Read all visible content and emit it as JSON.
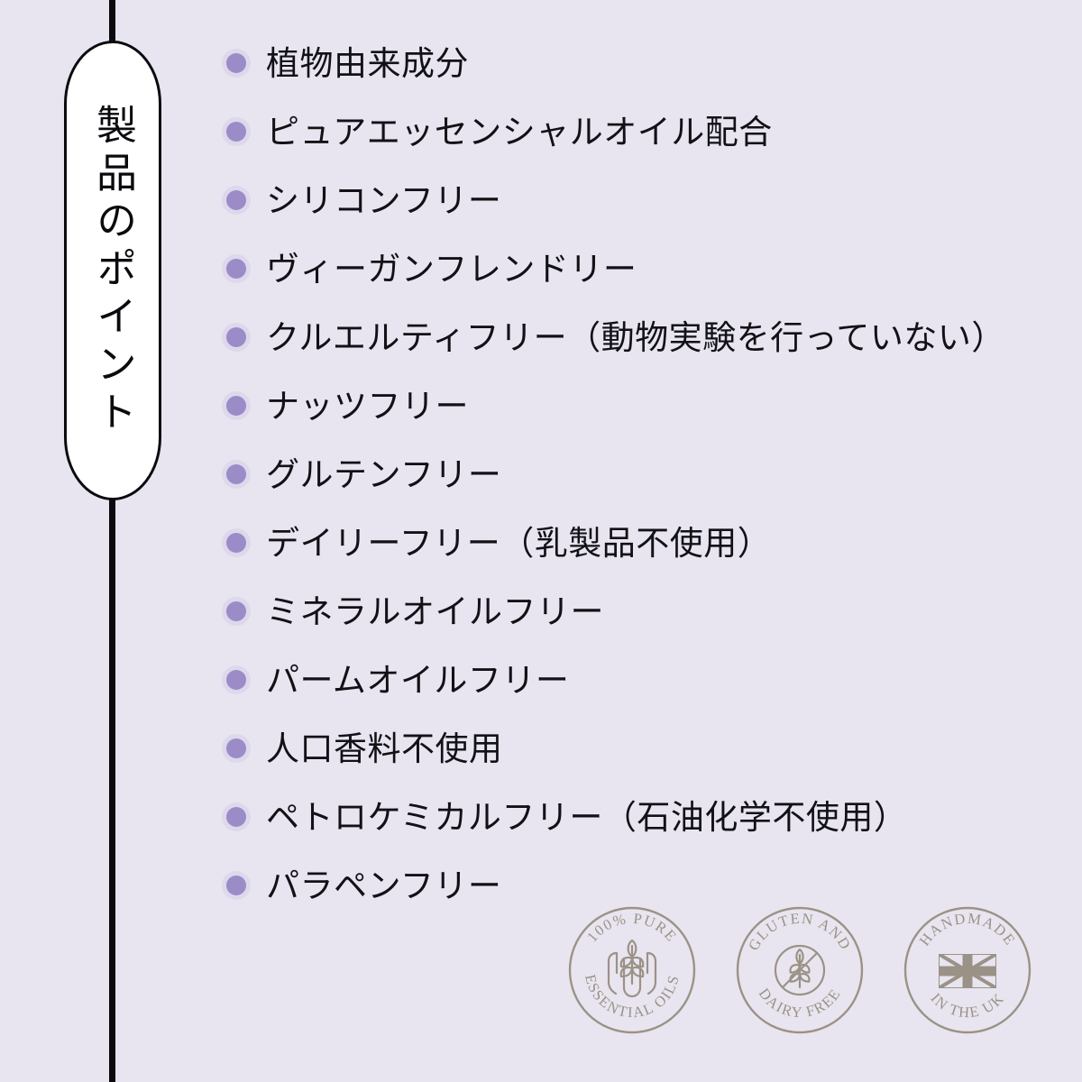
{
  "page": {
    "background_color": "#e8e5f0",
    "accent_purple": "#9b8cc8",
    "halo_purple": "#ddd8ec",
    "text_color": "#111116",
    "line_color": "#0b0b0f",
    "seal_color": "#9b9287"
  },
  "badge": {
    "vertical_title": "製品のポイント"
  },
  "list": {
    "items": [
      {
        "label": "植物由来成分"
      },
      {
        "label": "ピュアエッセンシャルオイル配合"
      },
      {
        "label": "シリコンフリー"
      },
      {
        "label": "ヴィーガンフレンドリー"
      },
      {
        "label": "クルエルティフリー（動物実験を行っていない）"
      },
      {
        "label": "ナッツフリー"
      },
      {
        "label": "グルテンフリー"
      },
      {
        "label": "デイリーフリー（乳製品不使用）"
      },
      {
        "label": "ミネラルオイルフリー"
      },
      {
        "label": "パームオイルフリー"
      },
      {
        "label": "人口香料不使用"
      },
      {
        "label": "ペトロケミカルフリー（石油化学不使用）"
      },
      {
        "label": "パラペンフリー"
      }
    ]
  },
  "seals": [
    {
      "id": "pure-essential-oils",
      "top_text": "100% PURE",
      "bottom_text": "ESSENTIAL OILS",
      "icon": "hands-holding-wheat-icon"
    },
    {
      "id": "gluten-dairy-free",
      "top_text": "GLUTEN AND",
      "bottom_text": "DAIRY FREE",
      "icon": "no-wheat-icon"
    },
    {
      "id": "handmade-uk",
      "top_text": "HANDMADE",
      "bottom_text": "IN THE UK",
      "icon": "union-jack-flag-icon"
    }
  ]
}
